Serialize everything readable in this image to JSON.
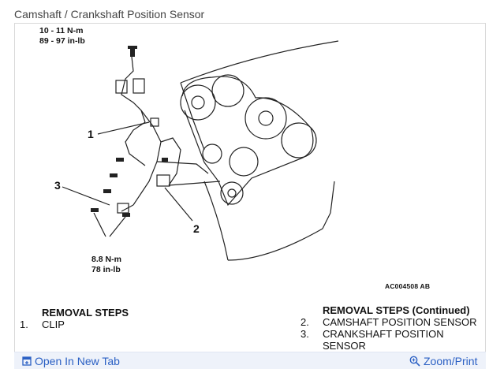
{
  "caption": "Camshaft / Crankshaft Position Sensor",
  "diagram": {
    "torque_top_1": "10 - 11 N-m",
    "torque_top_2": "89 - 97 in-lb",
    "torque_bottom_1": "8.8 N-m",
    "torque_bottom_2": "78 in-lb",
    "callout_1": "1",
    "callout_2": "2",
    "callout_3": "3",
    "figure_code": "AC004508 AB"
  },
  "removal_steps_left": {
    "heading": "REMOVAL STEPS",
    "items": [
      {
        "num": "1.",
        "text": "CLIP"
      }
    ]
  },
  "removal_steps_right": {
    "heading": "REMOVAL STEPS (Continued)",
    "items": [
      {
        "num": "2.",
        "text": "CAMSHAFT POSITION SENSOR"
      },
      {
        "num": "3.",
        "text": "CRANKSHAFT POSITION"
      },
      {
        "num": "",
        "text": "SENSOR"
      }
    ]
  },
  "actions": {
    "open_new_tab": "Open In New Tab",
    "zoom_print": "Zoom/Print"
  },
  "icons": {
    "open_new_tab": "open-new-tab-icon",
    "zoom": "zoom-icon"
  },
  "colors": {
    "link": "#2b60c4",
    "bar": "#eef2fa"
  }
}
